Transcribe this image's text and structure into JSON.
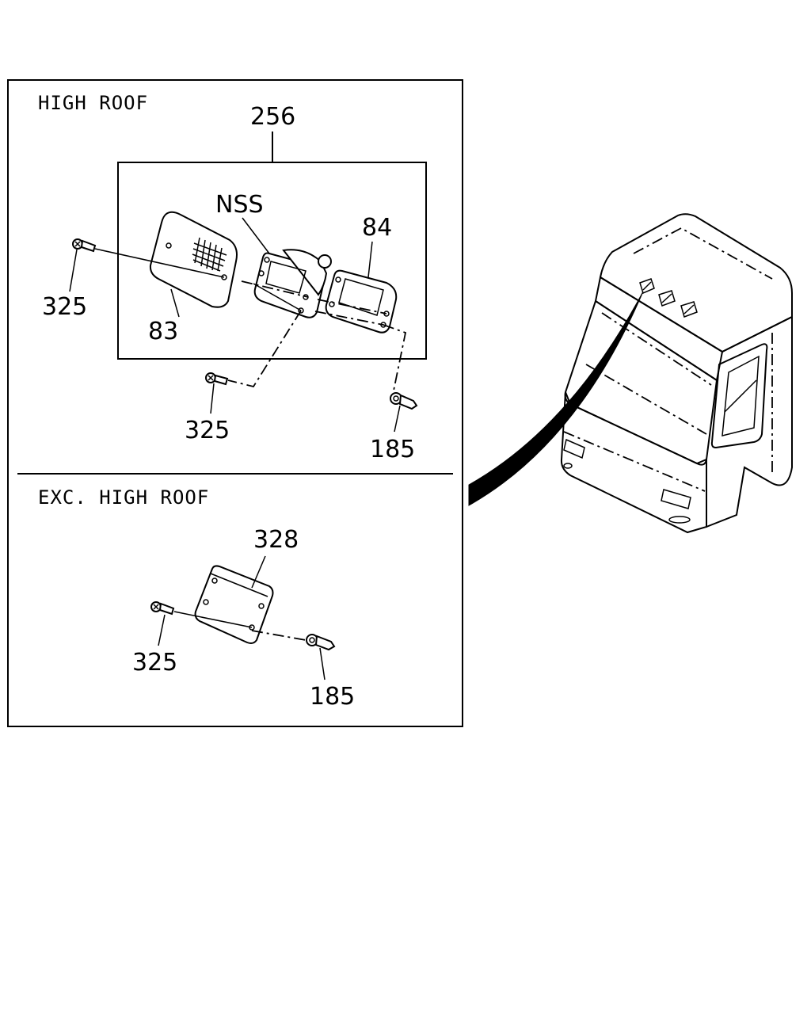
{
  "sections": {
    "high_roof": "HIGH ROOF",
    "exc_high_roof": "EXC. HIGH ROOF"
  },
  "labels": {
    "assembly": "256",
    "nss": "NSS",
    "lens": "83",
    "gasket": "84",
    "screw_lens": "325",
    "screw_lower": "325",
    "clip_upper": "185",
    "plate": "328",
    "screw_plate": "325",
    "clip_lower": "185"
  }
}
